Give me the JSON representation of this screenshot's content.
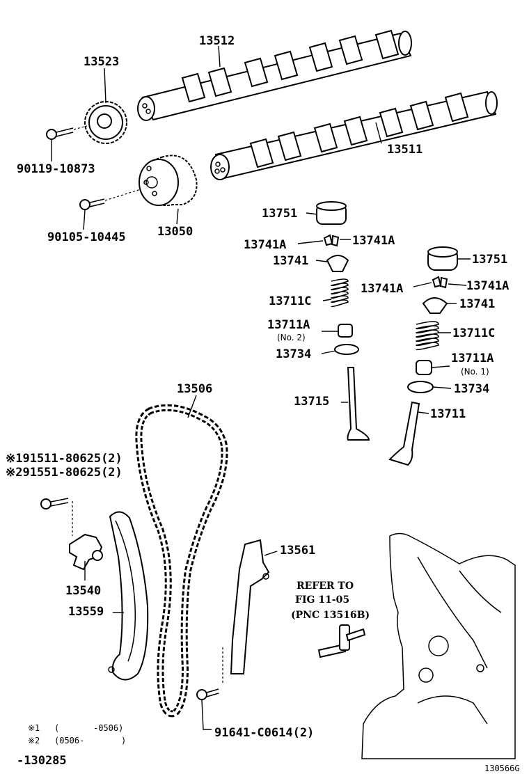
{
  "labels": {
    "p13512": "13512",
    "p13523": "13523",
    "p13511": "13511",
    "p90119": "90119-10873",
    "p90105": "90105-10445",
    "p13050": "13050",
    "p13751a": "13751",
    "p13741Aa": "13741A",
    "p13741Ab": "13741A",
    "p13741a": "13741",
    "p13711Ca": "13711C",
    "p13711Aa": "13711A",
    "p13711Aa_sub": "(No. 2)",
    "p13734a": "13734",
    "p13715": "13715",
    "p13751b": "13751",
    "p13741Ac": "13741A",
    "p13741Ad": "13741A",
    "p13741b": "13741",
    "p13711Cb": "13711C",
    "p13711Ab": "13711A",
    "p13711Ab_sub": "(No. 1)",
    "p13734b": "13734",
    "p13711": "13711",
    "p13506": "13506",
    "p91511": "※191511-80625(2)",
    "p91551": "※291551-80625(2)",
    "p13561": "13561",
    "p13540": "13540",
    "p13559": "13559",
    "p91641": "91641-C0614(2)"
  },
  "refer": {
    "line1": "REFER TO",
    "line2": "FIG 11-05",
    "line3": "(PNC 13516B)"
  },
  "notes": {
    "n1_mark": "※1",
    "n1_open": "(",
    "n1_range": "-0506)",
    "n2_mark": "※2",
    "n2_range": "(0506-",
    "n2_close": ")",
    "range_code": "-130285"
  },
  "figure_code": "130566G"
}
